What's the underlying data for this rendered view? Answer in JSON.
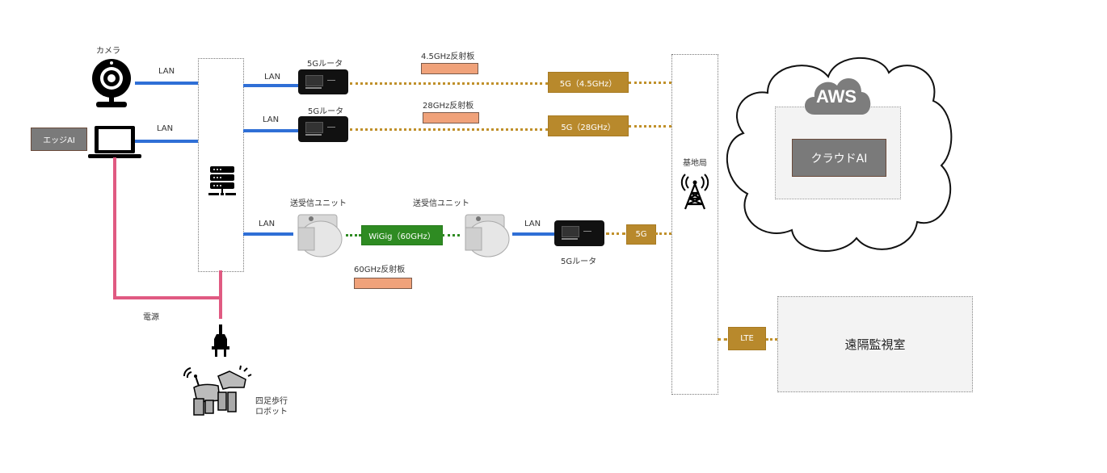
{
  "devices": {
    "camera": "カメラ",
    "edge_ai": "エッジAI",
    "router_1": "5Gルータ",
    "router_2": "5Gルータ",
    "router_3": "5Gルータ",
    "unit_1": "送受信ユニット",
    "unit_2": "送受信ユニット",
    "base_station": "基地局",
    "robot": "四足歩行\nロボット",
    "robot_line1": "四足歩行",
    "robot_line2": "ロボット",
    "power": "電源"
  },
  "links": {
    "lan_camera": "LAN",
    "lan_pc": "LAN",
    "lan_router1": "LAN",
    "lan_router2": "LAN",
    "lan_unit": "LAN",
    "lan_router3": "LAN"
  },
  "reflectors": {
    "r45": "4.5GHz反射板",
    "r28": "28GHz反射板",
    "r60": "60GHz反射板"
  },
  "badges": {
    "g45": "5G（4.5GHz）",
    "g28": "5G（28GHz）",
    "wigig": "WiGig（60GHz）",
    "g5": "5G",
    "lte": "LTE"
  },
  "cloud": {
    "provider": "AWS",
    "service": "クラウドAI"
  },
  "monitor_room": "遠隔監視室",
  "colors": {
    "lan": "#2f6fd6",
    "wireless_5g": "#b8892c",
    "wigig": "#2e8b22",
    "power": "#e05a82",
    "reflector": "#f0a27a",
    "ai_box": "#7a7a7a"
  }
}
